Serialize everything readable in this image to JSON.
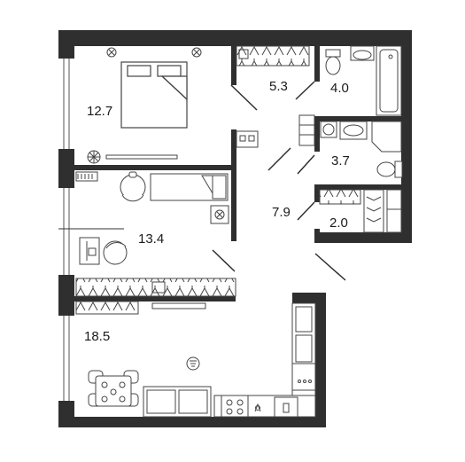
{
  "floor_plan": {
    "rooms": [
      {
        "id": "bedroom",
        "area": "12.7"
      },
      {
        "id": "wardrobe",
        "area": "5.3"
      },
      {
        "id": "bathroom",
        "area": "4.0"
      },
      {
        "id": "wc",
        "area": "3.7"
      },
      {
        "id": "hallway",
        "area": "7.9"
      },
      {
        "id": "storage",
        "area": "2.0"
      },
      {
        "id": "kids-room",
        "area": "13.4"
      },
      {
        "id": "kitchen-living",
        "area": "18.5"
      }
    ]
  },
  "colors": {
    "wall": "#2f2f2f",
    "line": "#3a3a3a",
    "fill_light": "#ffffff"
  },
  "icons": [
    "bed-icon",
    "wardrobe-icon",
    "bathtub-icon",
    "toilet-icon",
    "sink-icon",
    "washing-machine-icon",
    "desk-icon",
    "chair-icon",
    "plant-icon",
    "sofa-icon",
    "dining-table-icon",
    "stove-icon",
    "fridge-icon",
    "lamp-icon"
  ]
}
